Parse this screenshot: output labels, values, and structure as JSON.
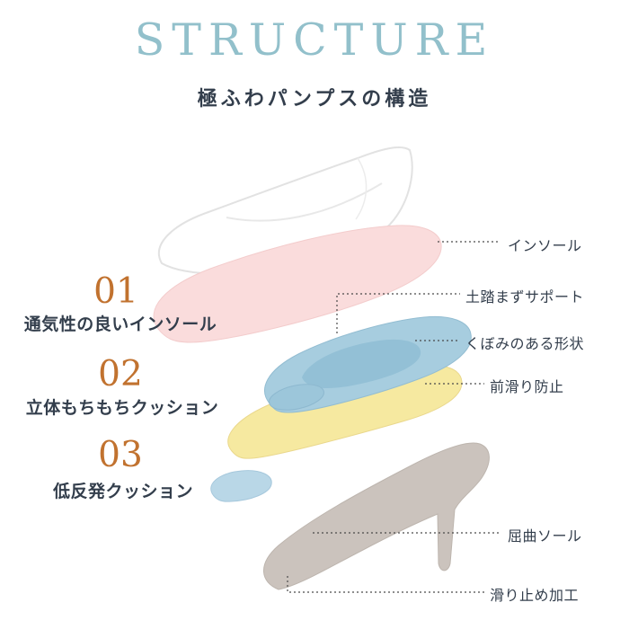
{
  "header": {
    "title": "STRUCTURE",
    "subtitle": "極ふわパンプスの構造"
  },
  "features": [
    {
      "number": "01",
      "label": "通気性の良いインソール"
    },
    {
      "number": "02",
      "label": "立体もちもちクッション"
    },
    {
      "number": "03",
      "label": "低反発クッション"
    }
  ],
  "callouts": [
    {
      "label": "インソール"
    },
    {
      "label": "土踏まずサポート"
    },
    {
      "label": "くぼみのある形状"
    },
    {
      "label": "前滑り防止"
    },
    {
      "label": "屈曲ソール"
    },
    {
      "label": "滑り止め加工"
    }
  ],
  "diagram": {
    "layers": [
      {
        "name": "shoe-upper",
        "color": "#ffffff"
      },
      {
        "name": "insole",
        "color": "#fadcdc"
      },
      {
        "name": "soft-cushion",
        "color": "#f6e9a0"
      },
      {
        "name": "arch-support-cushion",
        "color": "#a7cddf"
      },
      {
        "name": "arch-bump",
        "color": "#93c0d6"
      },
      {
        "name": "toe-cushion",
        "color": "#b9d7e7"
      },
      {
        "name": "outsole",
        "color": "#cbc3bd"
      }
    ]
  },
  "colors": {
    "title": "#92c0cb",
    "number": "#c1722f",
    "text": "#333e4c",
    "leader_line": "#4a4a4a"
  }
}
